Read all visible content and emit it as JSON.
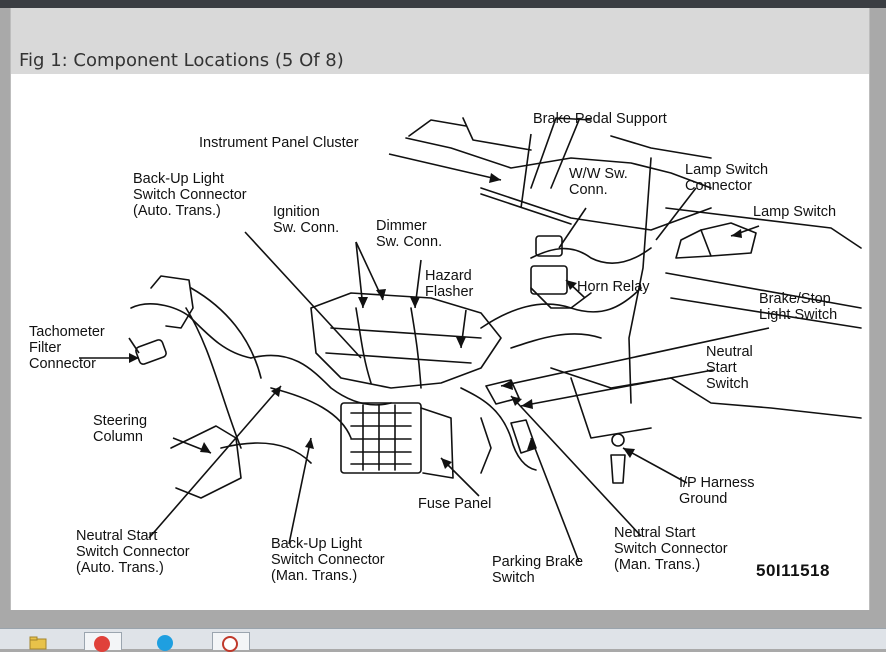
{
  "caption": "Fig 1: Component Locations (5 Of 8)",
  "reference_number": "50I11518",
  "labels": {
    "brake_pedal_support": "Brake Pedal Support",
    "instrument_panel_cluster": "Instrument Panel Cluster",
    "backup_light_switch_connector_auto": "Back-Up Light\nSwitch Connector\n(Auto. Trans.)",
    "ignition_sw_conn": "Ignition\nSw. Conn.",
    "dimmer_sw_conn": "Dimmer\nSw. Conn.",
    "ww_sw_conn": "W/W Sw.\nConn.",
    "lamp_switch_connector": "Lamp Switch\nConnector",
    "lamp_switch": "Lamp Switch",
    "hazard_flasher": "Hazard\nFlasher",
    "horn_relay": "Horn Relay",
    "brake_stop_light_switch": "Brake/Stop\nLight Switch",
    "tachometer_filter_connector": "Tachometer\nFilter\nConnector",
    "neutral_start_switch": "Neutral\nStart\nSwitch",
    "steering_column": "Steering\nColumn",
    "ip_harness_ground": "I/P Harness\nGround",
    "fuse_panel": "Fuse Panel",
    "neutral_start_switch_connector_auto": "Neutral Start\nSwitch Connector\n(Auto. Trans.)",
    "backup_light_switch_connector_man": "Back-Up Light\nSwitch Connector\n(Man. Trans.)",
    "parking_brake_switch": "Parking Brake\nSwitch",
    "neutral_start_switch_connector_man": "Neutral Start\nSwitch Connector\n(Man. Trans.)"
  },
  "colors": {
    "ink": "#111111",
    "caption_bar": "#d9d9d9",
    "window_bg": "#a9a9a9"
  },
  "taskbar": {
    "icons": [
      "folder-icon",
      "record-icon",
      "browser-icon",
      "clock-icon"
    ]
  }
}
